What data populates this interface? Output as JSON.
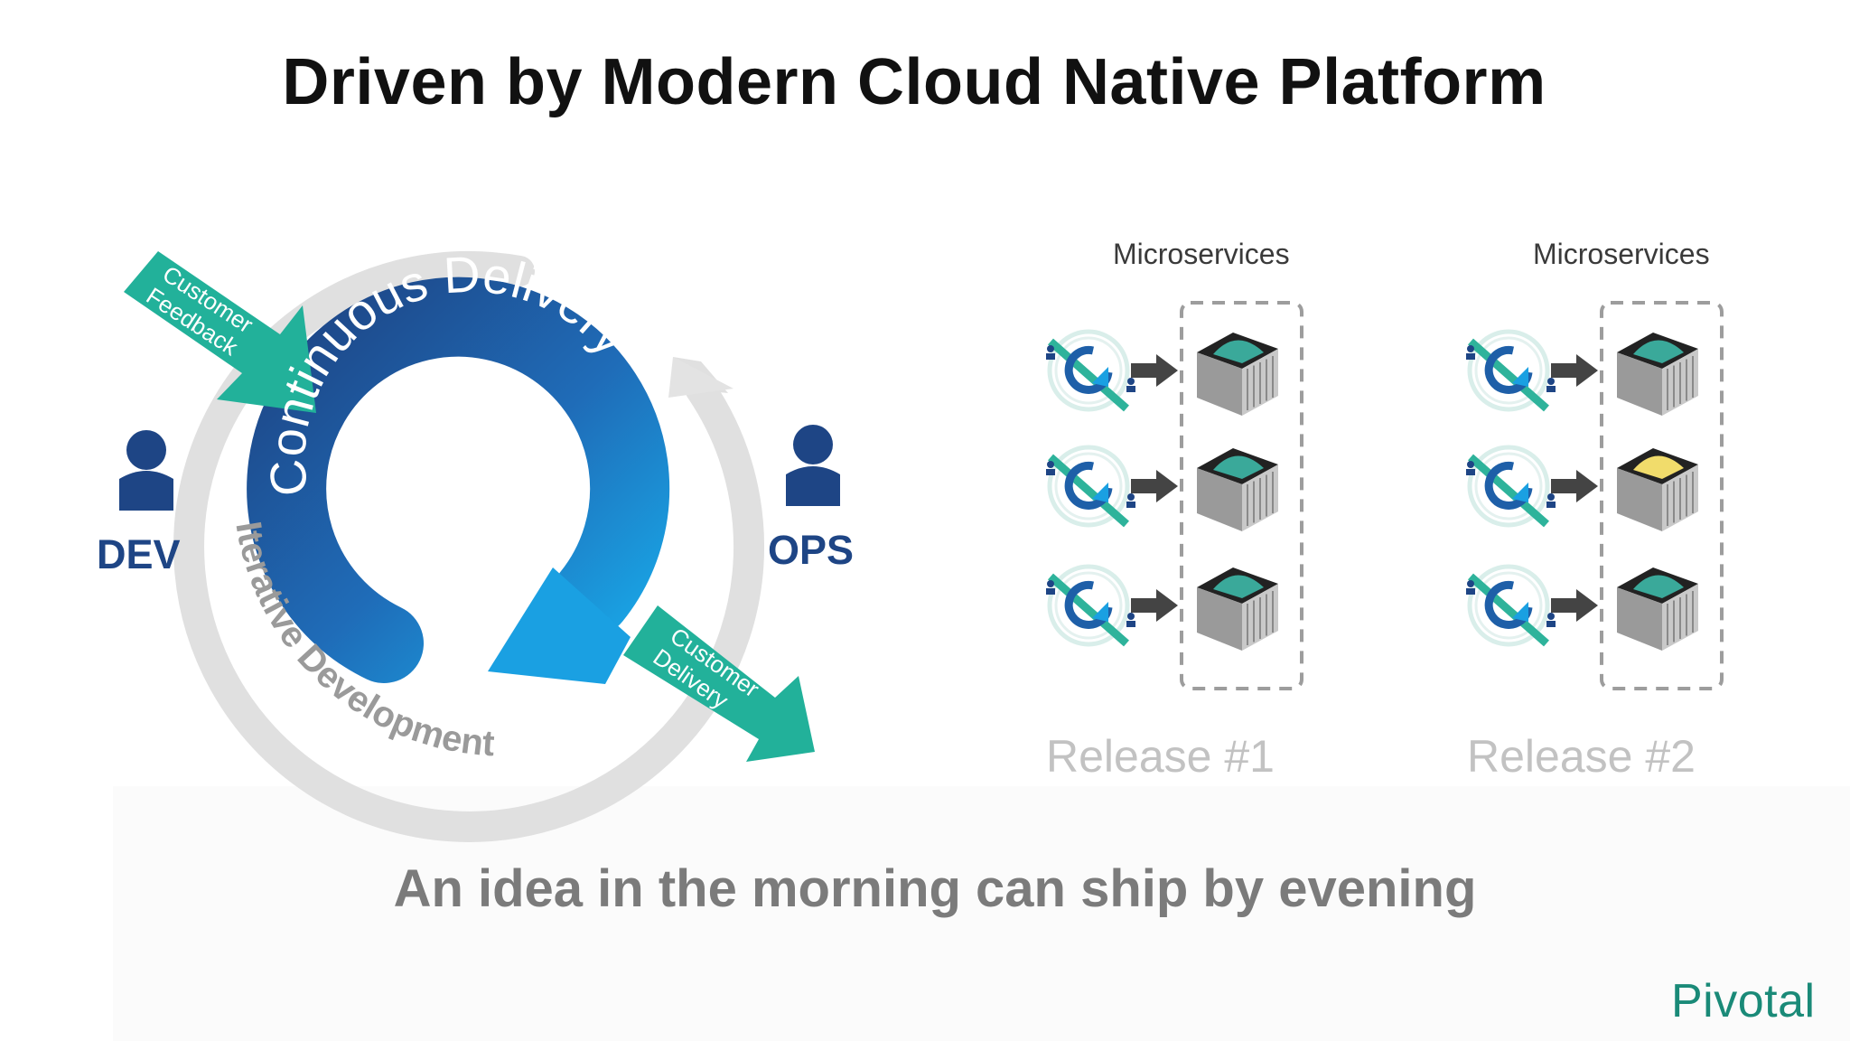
{
  "slide": {
    "title": "Driven by Modern Cloud Native Platform",
    "tagline": "An idea in the morning can ship by evening",
    "logo": "Pivotal"
  },
  "cycle": {
    "continuous_delivery": "Continuous Delivery",
    "iterative_development": "Iterative Development",
    "customer_feedback_line1": "Customer",
    "customer_feedback_line2": "Feedback",
    "customer_delivery_line1": "Customer",
    "customer_delivery_line2": "Delivery",
    "dev_label": "DEV",
    "ops_label": "OPS"
  },
  "releases": [
    {
      "heading": "Microservices",
      "label": "Release #1",
      "services": [
        "teal",
        "teal",
        "teal"
      ]
    },
    {
      "heading": "Microservices",
      "label": "Release #2",
      "services": [
        "teal",
        "yellow",
        "teal"
      ]
    }
  ],
  "colors": {
    "blue_dark": "#1e4585",
    "blue_light": "#1aa0e2",
    "teal": "#22b19a",
    "grey_arc": "#e1e1e1",
    "service_teal": "#3aa99a",
    "service_yellow": "#f1dc6b"
  }
}
